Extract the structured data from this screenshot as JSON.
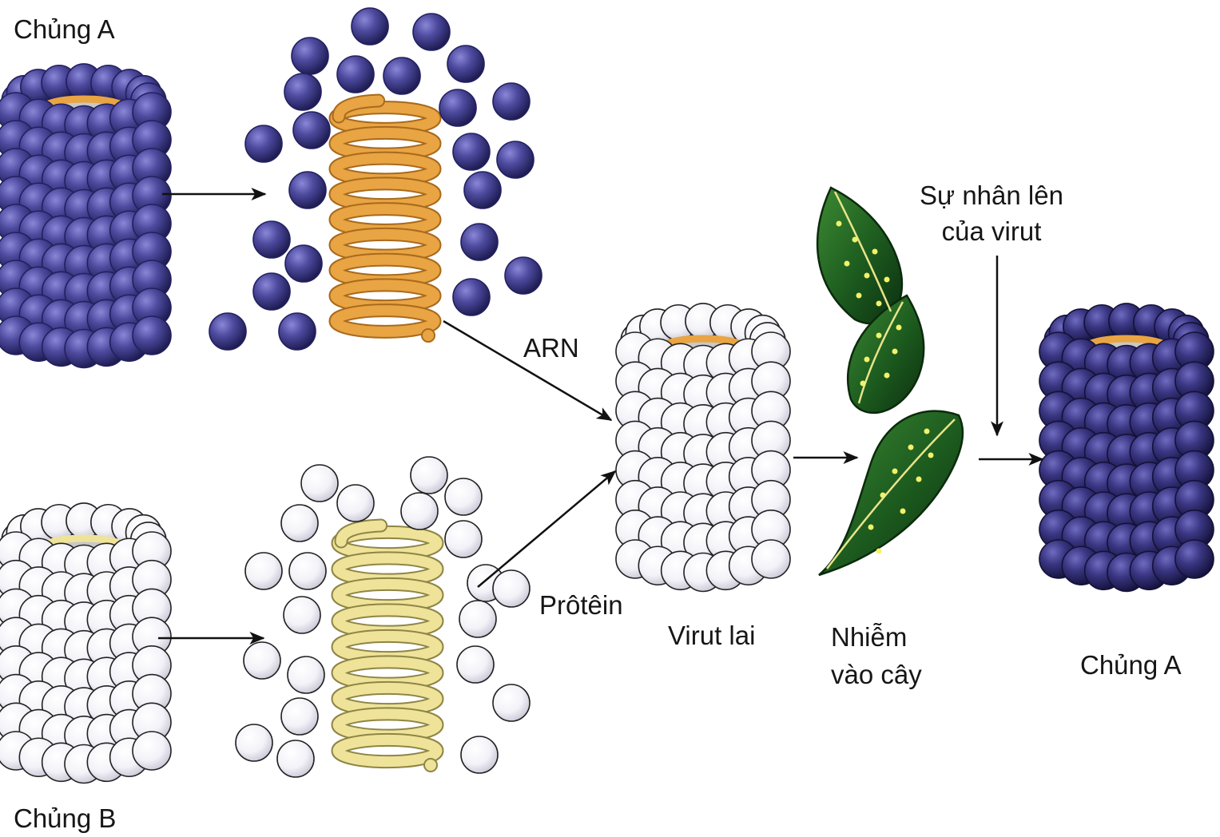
{
  "labels": {
    "strain_a_top": "Chủng A",
    "strain_b_bottom": "Chủng B",
    "rna": "ARN",
    "protein": "Prôtêin",
    "hybrid_virus": "Virut lai",
    "infect_line1": "Nhiễm",
    "infect_line2": "vào cây",
    "multiply_line1": "Sự nhân lên",
    "multiply_line2": "của virut",
    "strain_a_result": "Chủng A"
  },
  "colors": {
    "strain_a_protein": "#3d3a86",
    "strain_b_protein": "#f4f4fa",
    "rna_a": "#e9a443",
    "rna_b": "#efe39a",
    "leaf": "#1f6b22",
    "leaf_dots": "#f2f26a",
    "arrow": "#111111"
  }
}
